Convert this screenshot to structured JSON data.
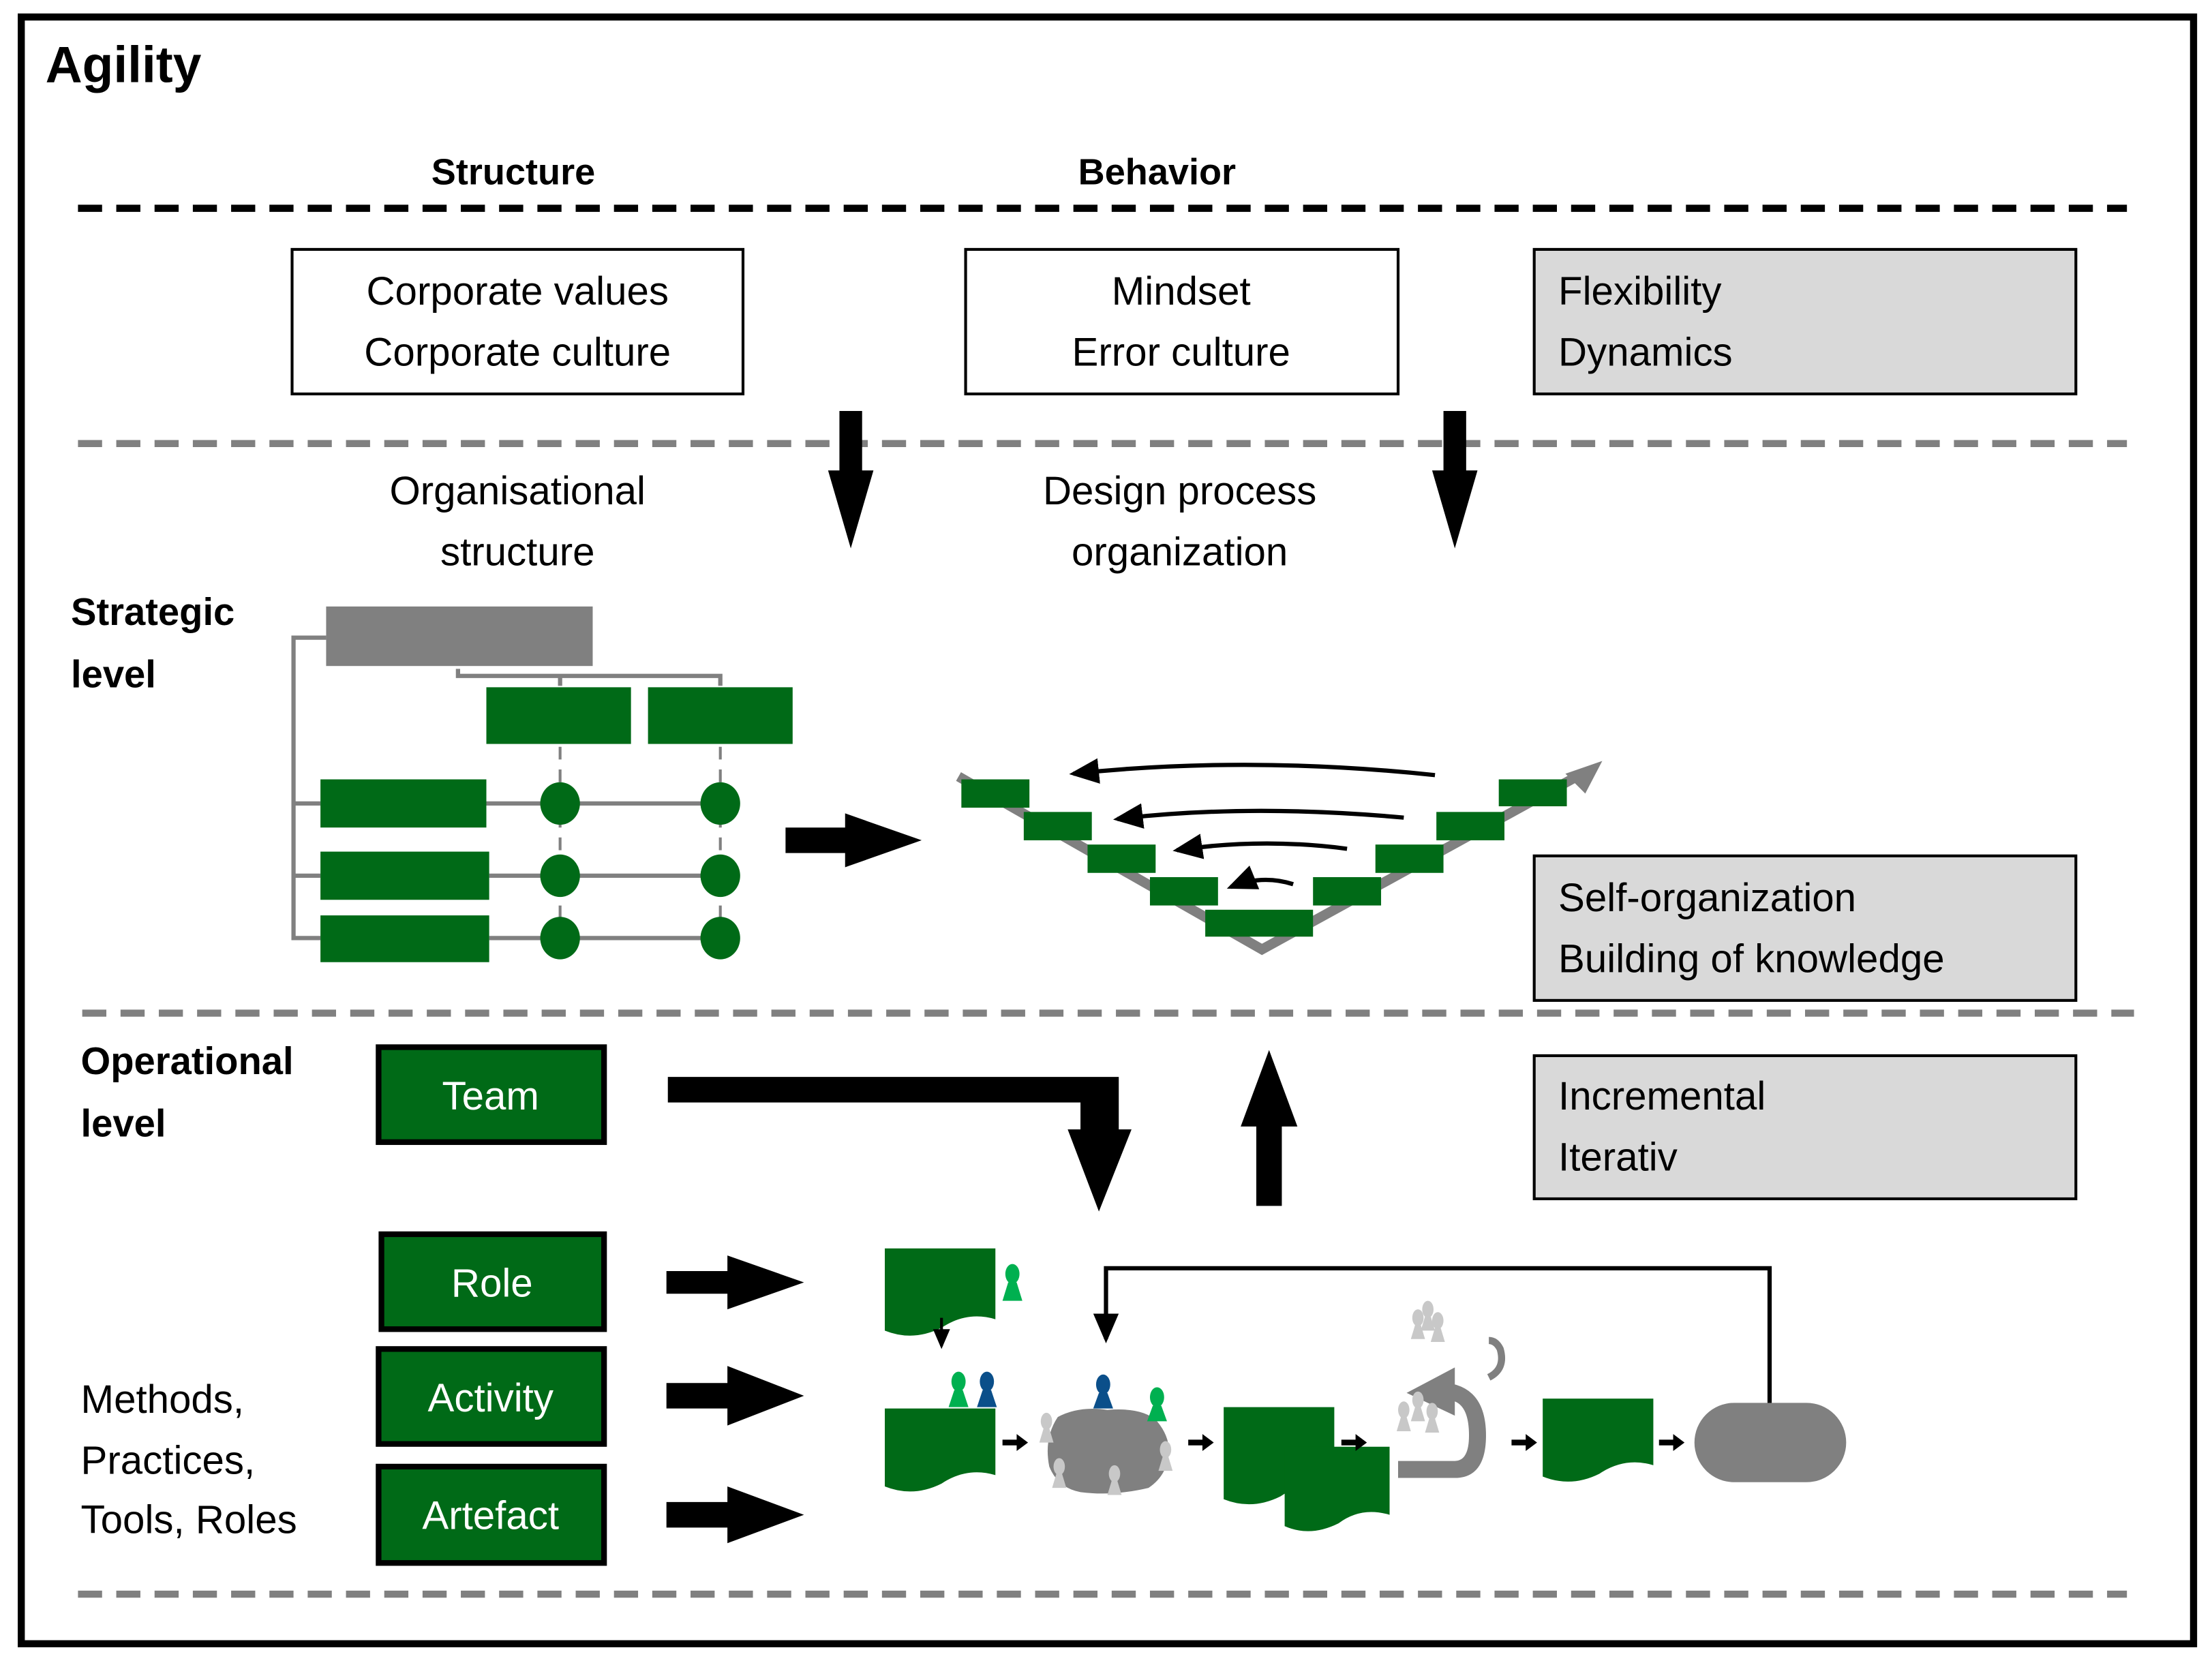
{
  "title": "Agility",
  "columns": {
    "structure": "Structure",
    "behavior": "Behavior"
  },
  "top_boxes": {
    "structure_box": [
      "Corporate values",
      "Corporate culture"
    ],
    "behavior_box": [
      "Mindset",
      "Error culture"
    ],
    "attributes_box": [
      "Flexibility",
      "Dynamics"
    ]
  },
  "strategic": {
    "level_label": [
      "Strategic",
      "level"
    ],
    "org_structure_label": [
      "Organisational",
      "structure"
    ],
    "design_process_label": [
      "Design process",
      "organization"
    ],
    "attributes_box": [
      "Self-organization",
      "Building of knowledge"
    ]
  },
  "operational": {
    "level_label": [
      "Operational",
      "level"
    ],
    "methods_label": [
      "Methods,",
      "Practices,",
      "Tools, Roles"
    ],
    "elements": [
      {
        "label": "Team"
      },
      {
        "label": "Role"
      },
      {
        "label": "Activity"
      },
      {
        "label": "Artefact"
      }
    ],
    "attributes_box": [
      "Incremental",
      "Iterativ"
    ]
  },
  "colors": {
    "green": "#006a17",
    "gray": "#808080",
    "light_gray_box": "#d9d9d9",
    "role_green": "#00b050",
    "role_blue": "#0b4f8a",
    "role_light": "#c8c8c8"
  }
}
